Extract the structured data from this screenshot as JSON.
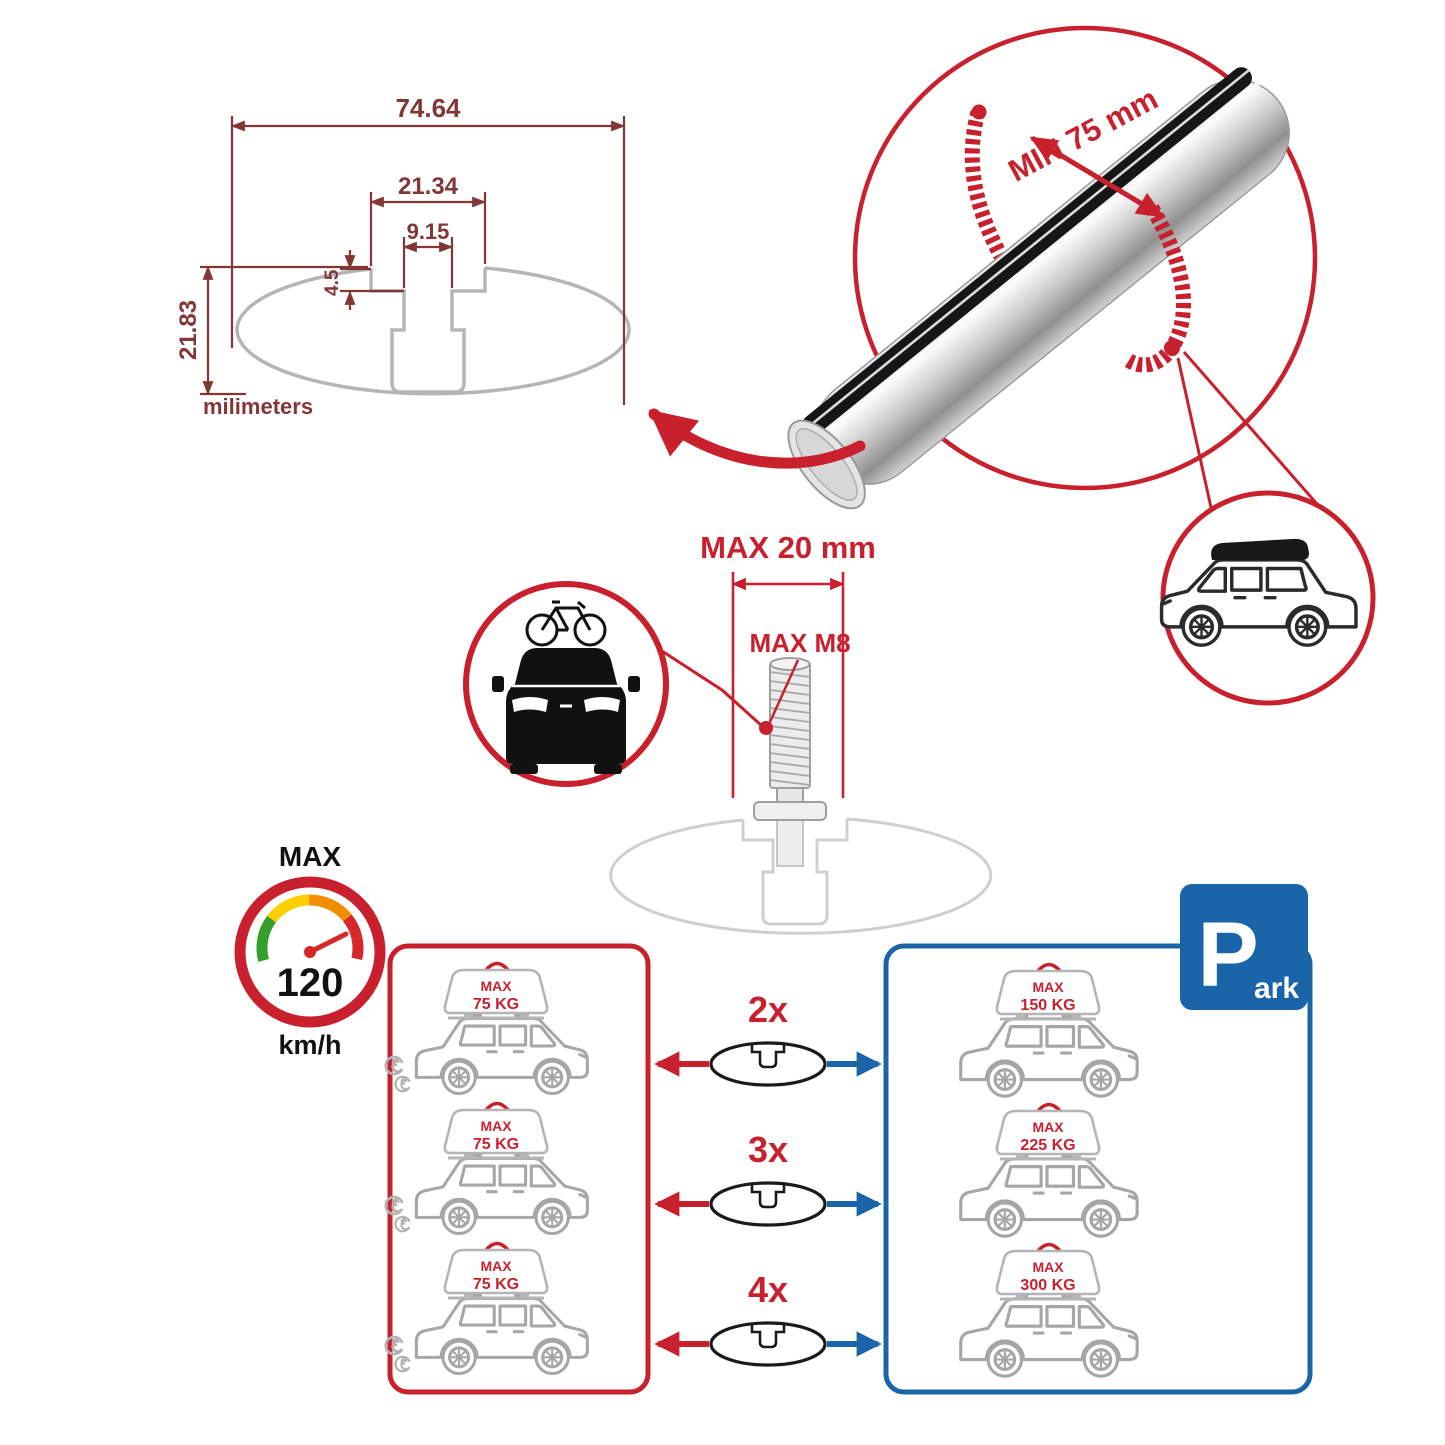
{
  "page": {
    "background": "#ffffff"
  },
  "colors": {
    "accent_red": "#c9202e",
    "accent_blue": "#1a64a8",
    "dimension_line": "#833636",
    "drawing_gray": "#b5b5b5",
    "car_outline_gray": "#a6a6a6"
  },
  "profile_drawing": {
    "total_width": "74.64",
    "channel_width": "21.34",
    "slot_width": "9.15",
    "lip_depth": "4.5",
    "total_height": "21.83",
    "units": "milimeters"
  },
  "bar_closeup": {
    "min_span_label": "MIN 75 mm"
  },
  "bolt_drawing": {
    "max_length_label": "MAX 20 mm",
    "max_thread_label": "MAX M8"
  },
  "speed_limit": {
    "label": "MAX",
    "value": "120",
    "unit": "km/h"
  },
  "parking_sign": {
    "letter": "P",
    "suffix": "ark"
  },
  "capacity_rows": [
    {
      "count": "2x",
      "drive_line1": "MAX",
      "drive_line2": "75 KG",
      "park_line1": "MAX",
      "park_line2": "150 KG"
    },
    {
      "count": "3x",
      "drive_line1": "MAX",
      "drive_line2": "75 KG",
      "park_line1": "MAX",
      "park_line2": "225 KG"
    },
    {
      "count": "4x",
      "drive_line1": "MAX",
      "drive_line2": "75 KG",
      "park_line1": "MAX",
      "park_line2": "300 KG"
    }
  ],
  "icons": [
    "crossbar-profile-icon",
    "crossbar-3d-icon",
    "clamp-strap-icon",
    "suv-roofbox-icon",
    "car-front-bike-icon",
    "bolt-icon",
    "speedometer-icon",
    "parking-sign-icon",
    "suv-side-icon",
    "roof-cargo-bag-icon",
    "crossbar-oval-icon",
    "exhaust-swirl-icon"
  ]
}
